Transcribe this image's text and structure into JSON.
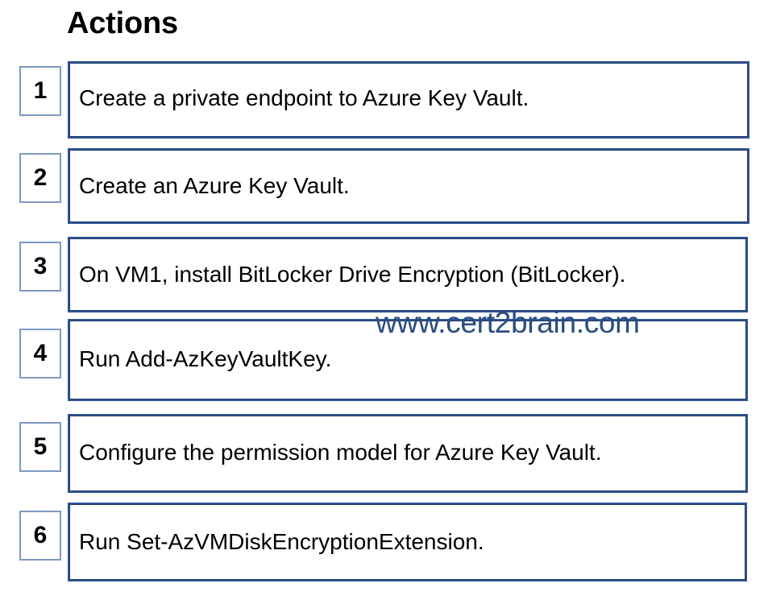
{
  "page": {
    "title": "Actions",
    "background_color": "#FFFFFF",
    "box_border_color": "#2E5496",
    "number_border_color": "#7C9AC4",
    "text_color": "#000000"
  },
  "watermark": {
    "text": "www.cert2brain.com",
    "color": "#2A4D80"
  },
  "actions": [
    {
      "number": "1",
      "text": "Create a private endpoint to Azure Key Vault."
    },
    {
      "number": "2",
      "text": "Create an Azure Key Vault."
    },
    {
      "number": "3",
      "text": "On VM1, install BitLocker Drive Encryption (BitLocker)."
    },
    {
      "number": "4",
      "text": "Run Add-AzKeyVaultKey."
    },
    {
      "number": "5",
      "text": "Configure the permission model for Azure Key Vault."
    },
    {
      "number": "6",
      "text": "Run Set-AzVMDiskEncryptionExtension."
    }
  ]
}
